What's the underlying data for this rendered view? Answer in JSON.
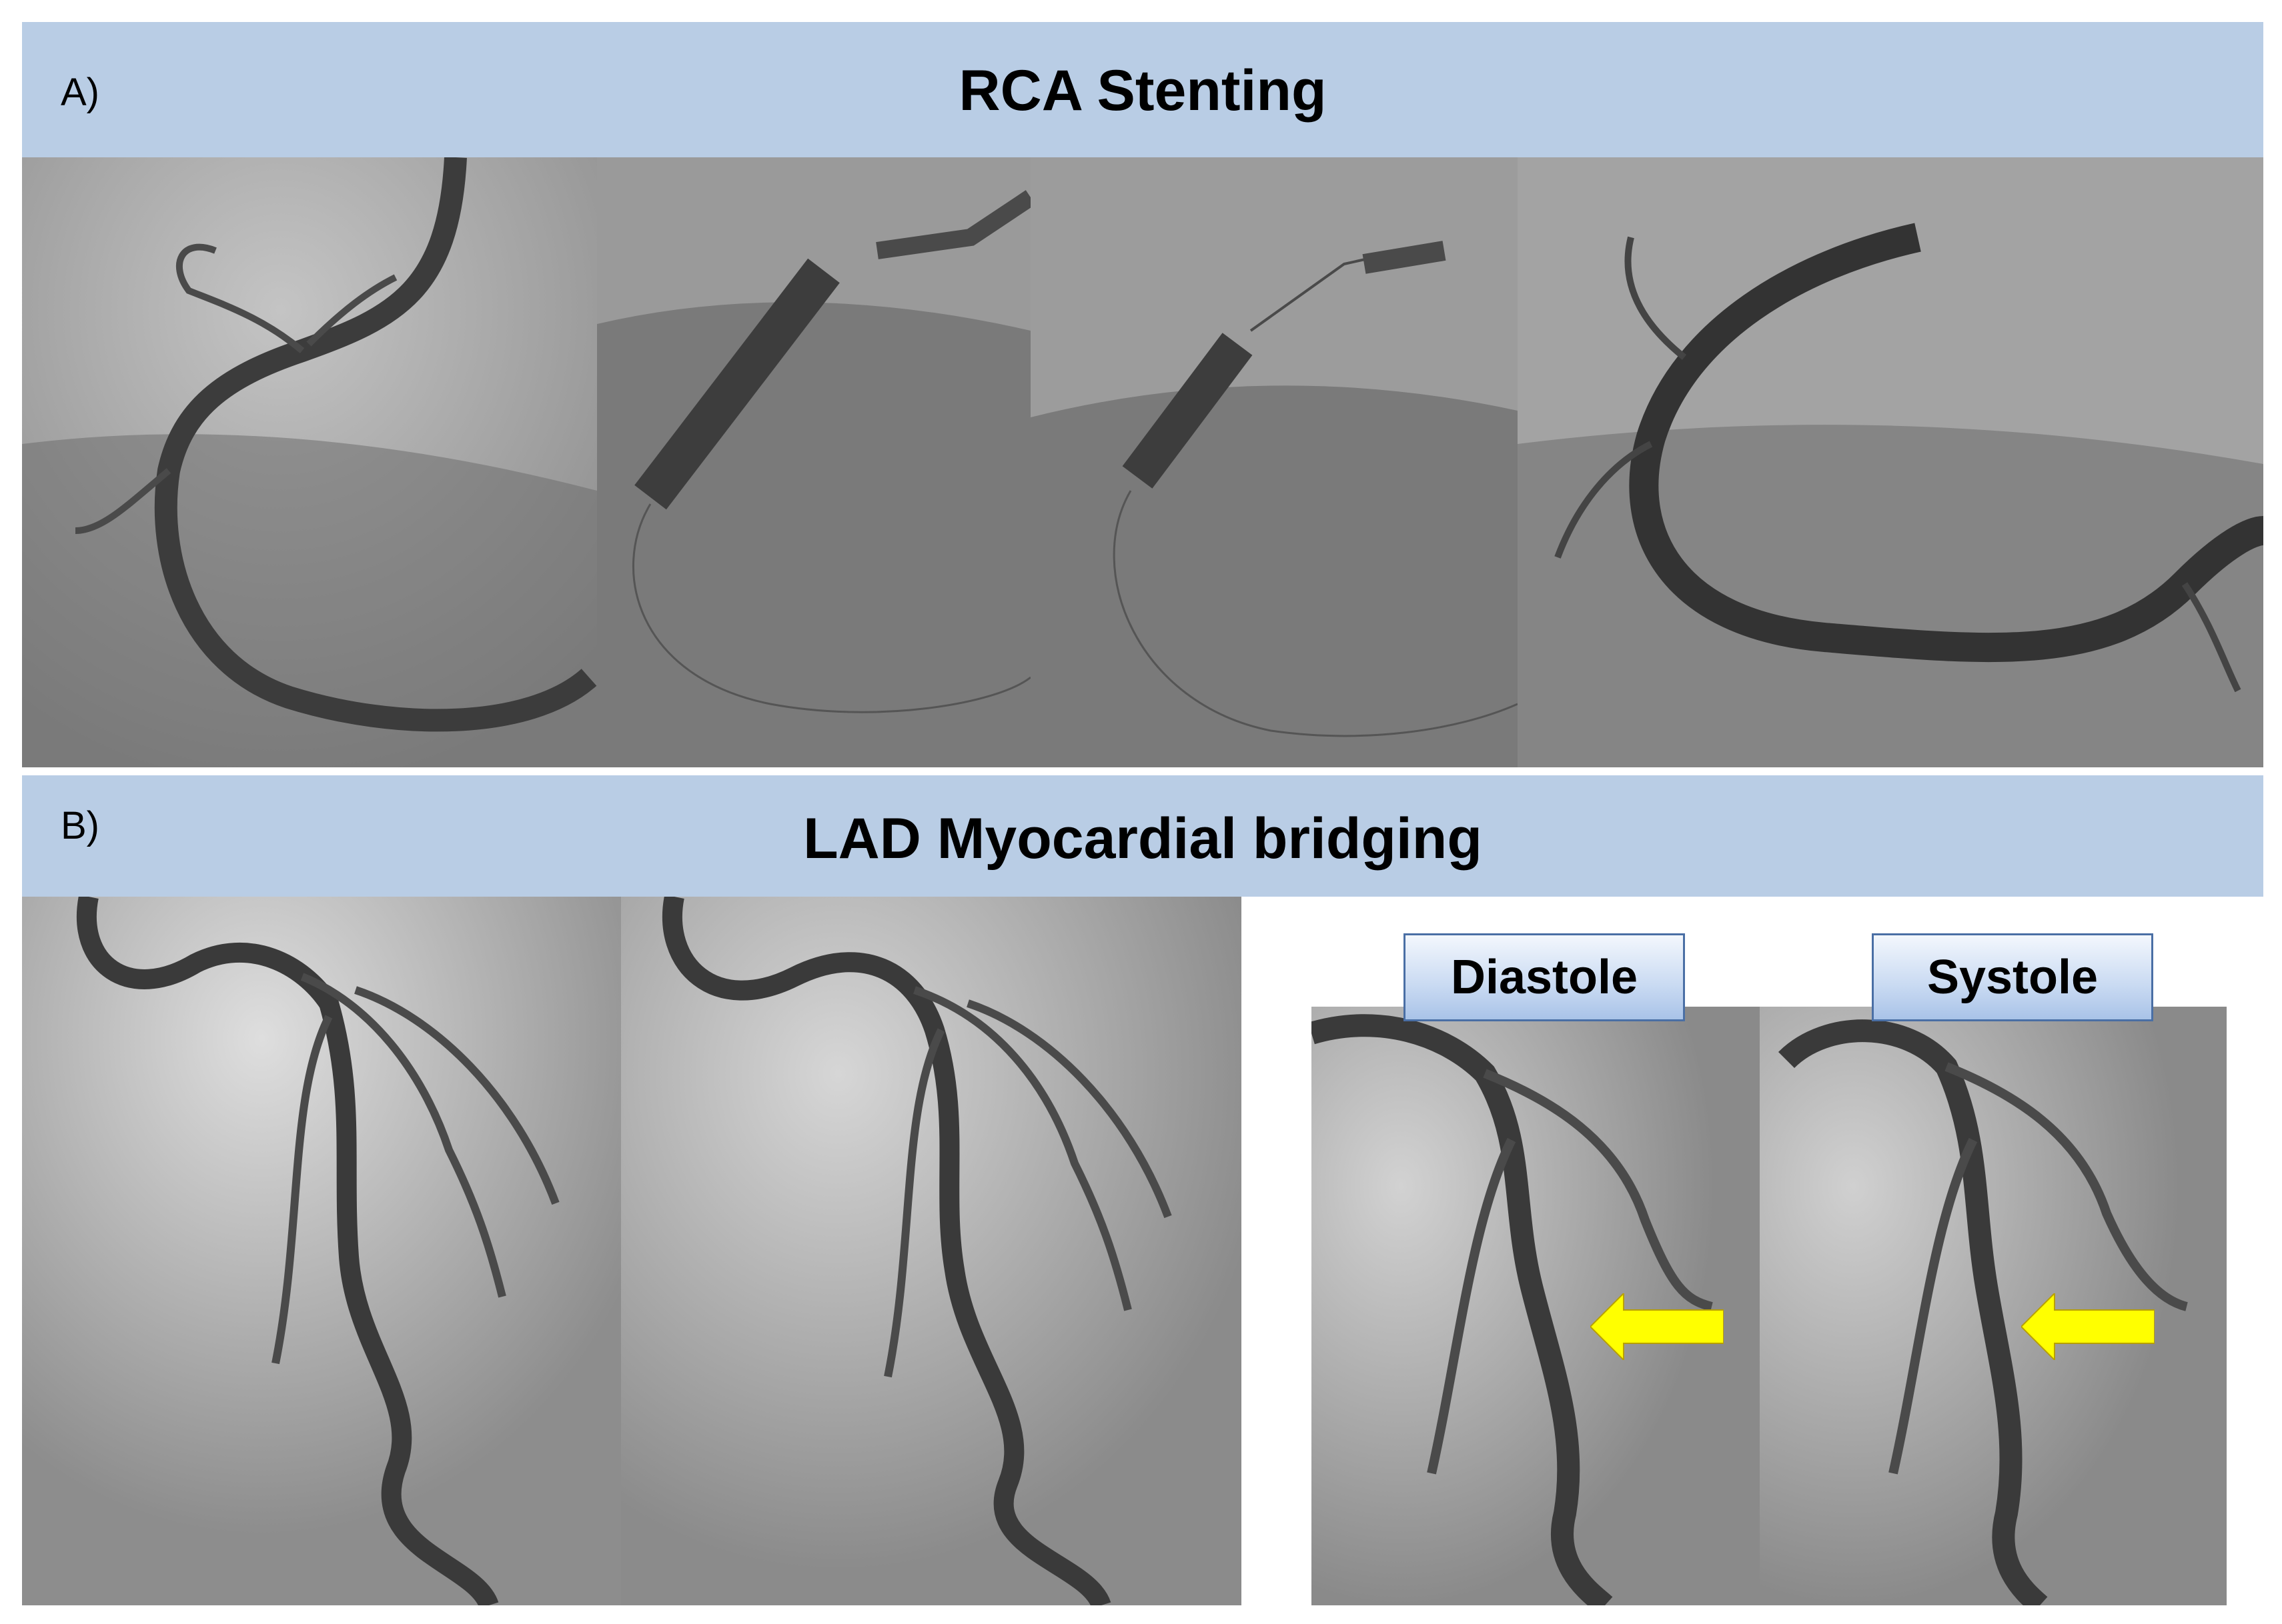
{
  "panel_a": {
    "letter": "A)",
    "title": "RCA Stenting"
  },
  "panel_b": {
    "letter": "B)",
    "title": "LAD Myocardial bridging"
  },
  "labels": {
    "diastole": "Diastole",
    "systole": "Systole"
  },
  "colors": {
    "header_band": "#b9cde5",
    "arrow": "#ffff00",
    "label_border": "#4a6fa5"
  },
  "icons": {
    "arrow": "left-arrow-icon"
  }
}
